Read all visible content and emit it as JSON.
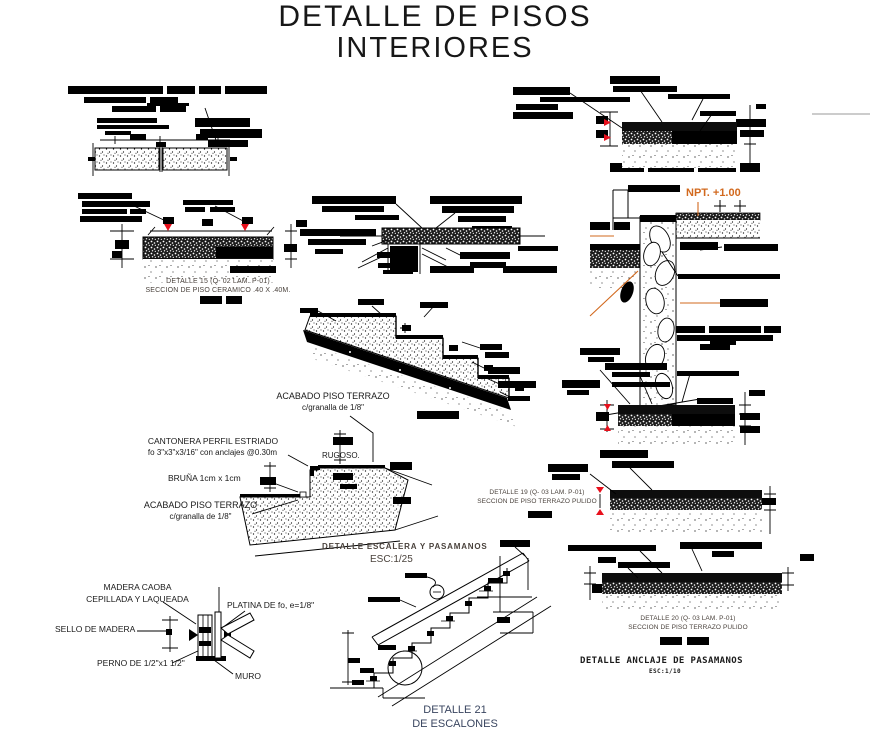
{
  "title": {
    "line1": "DETALLE DE PISOS",
    "line2": "INTERIORES"
  },
  "colors": {
    "ink": "#000000",
    "accent_red": "#e8101c",
    "accent_orange": "#d2691e",
    "caption": "#4a423c",
    "caption_blue": "#3a4660"
  },
  "labels": {
    "npt": "NPT. +1.00",
    "acabado_top_1": "ACABADO PISO TERRAZO",
    "acabado_top_2": "c/granalla de 1/8\"",
    "cantonera_1": "CANTONERA PERFIL ESTRIADO",
    "cantonera_2": "fo 3\"x3\"x3/16\" con anclajes @0.30m",
    "rugoso": "RUGOSO.",
    "bruna": "BRUÑA 1cm x 1cm",
    "acabado_bottom_1": "ACABADO PISO TERRAZO",
    "acabado_bottom_2": "c/granalla de 1/8\"",
    "madera_1": "MADERA CAOBA",
    "madera_2": "CEPILLADA Y LAQUEADA",
    "platina": "PLATINA DE fo, e=1/8\"",
    "sello": "SELLO DE MADERA",
    "perno": "PERNO DE 1/2\"x1 1/2\"",
    "muro": "MURO"
  },
  "captions": {
    "detalle15_1": "DETALLE 15 (Q- 02 LAM. P-01)",
    "detalle15_2": "SECCION DE PISO CERAMICO .40 X .40M.",
    "detalle19_1": "DETALLE 19 (Q- 03 LAM. P-01)",
    "detalle19_2": "SECCION DE PISO TERRAZO PULIDO",
    "detalle20_1": "DETALLE 20 (Q- 03 LAM. P-01)",
    "detalle20_2": "SECCION DE PISO TERRAZO PULIDO",
    "escalera_1": "DETALLE  ESCALERA Y PASAMANOS",
    "escalera_2": "ESC:1/25",
    "detalle21_1": "DETALLE 21",
    "detalle21_2": "DE ESCALONES",
    "anclaje_1": "DETALLE  ANCLAJE DE PASAMANOS",
    "anclaje_2": "ESC:1/10"
  }
}
